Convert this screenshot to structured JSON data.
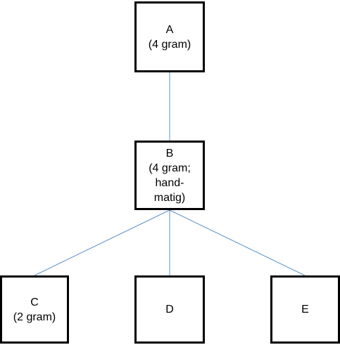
{
  "colors": {
    "connector": "#5b8fc7",
    "border": "#000000",
    "text": "#000000",
    "background": "#ffffff"
  },
  "nodes": {
    "a": {
      "lines": [
        "A",
        "(4 gram)"
      ]
    },
    "b": {
      "lines": [
        "B",
        "(4 gram;",
        "hand-",
        "matig)"
      ]
    },
    "c": {
      "lines": [
        "C",
        "(2 gram)"
      ]
    },
    "d": {
      "lines": [
        "D"
      ]
    },
    "e": {
      "lines": [
        "E"
      ]
    }
  },
  "edges": [
    {
      "from": "a",
      "to": "b"
    },
    {
      "from": "b",
      "to": "c"
    },
    {
      "from": "b",
      "to": "d"
    },
    {
      "from": "b",
      "to": "e"
    }
  ]
}
